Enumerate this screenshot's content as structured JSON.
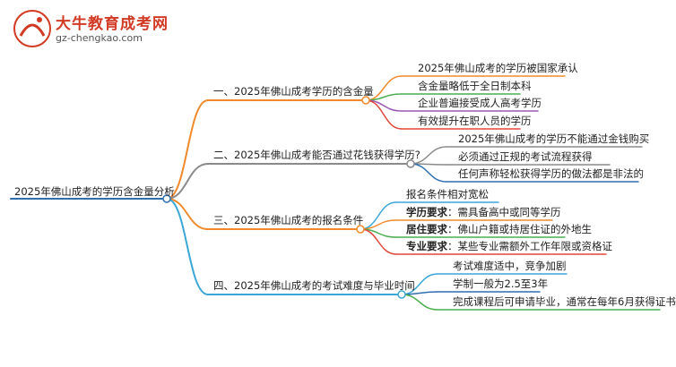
{
  "logo": {
    "name": "大牛教育成考网",
    "url": "gz-chengkao.com",
    "mark_text": "大牛"
  },
  "root": {
    "label": "2025年佛山成考的学历含金量分析"
  },
  "branches": [
    {
      "label": "一、2025年佛山成考学历的含金量",
      "color": "#f08a2c",
      "leaves": [
        {
          "label": "2025年佛山成考的学历被国家承认"
        },
        {
          "label": "含金量略低于全日制本科"
        },
        {
          "label": "企业普遍接受成人高考学历"
        },
        {
          "label": "有效提升在职人员的学历"
        }
      ]
    },
    {
      "label": "二、2025年佛山成考能否通过花钱获得学历?",
      "color": "#8a8a8a",
      "leaves": [
        {
          "label": "2025年佛山成考的学历不能通过金钱购买"
        },
        {
          "label": "必须通过正规的考试流程获得"
        },
        {
          "label": "任何声称轻松获得学历的做法都是非法的"
        }
      ]
    },
    {
      "label": "三、2025年佛山成考的报名条件",
      "color": "#f08a2c",
      "leaves": [
        {
          "label": "报名条件相对宽松"
        },
        {
          "key": "学历要求",
          "label": "需具备高中或同等学历"
        },
        {
          "key": "居住要求",
          "label": "佛山户籍或持居住证的外地生"
        },
        {
          "key": "专业要求",
          "label": "某些专业需额外工作年限或资格证"
        }
      ]
    },
    {
      "label": "四、2025年佛山成考的考试难度与毕业时间",
      "color": "#3aa7d6",
      "leaves": [
        {
          "label": "考试难度适中，竞争加剧"
        },
        {
          "label": "学制一般为2.5至3年"
        },
        {
          "label": "完成课程后可申请毕业，通常在每年6月获得证书"
        }
      ]
    }
  ],
  "colors": {
    "root_line": "#2f6fb0",
    "leaf_orange": "#f08a2c",
    "leaf_gray": "#8a8a8a",
    "leaf_blue": "#2f6fb0",
    "leaf_cyan": "#3aa7d6",
    "leaf_green": "#4caf50",
    "leaf_purple": "#9b59b6",
    "leaf_red": "#e0463a",
    "logo_red": "#d23a24"
  }
}
